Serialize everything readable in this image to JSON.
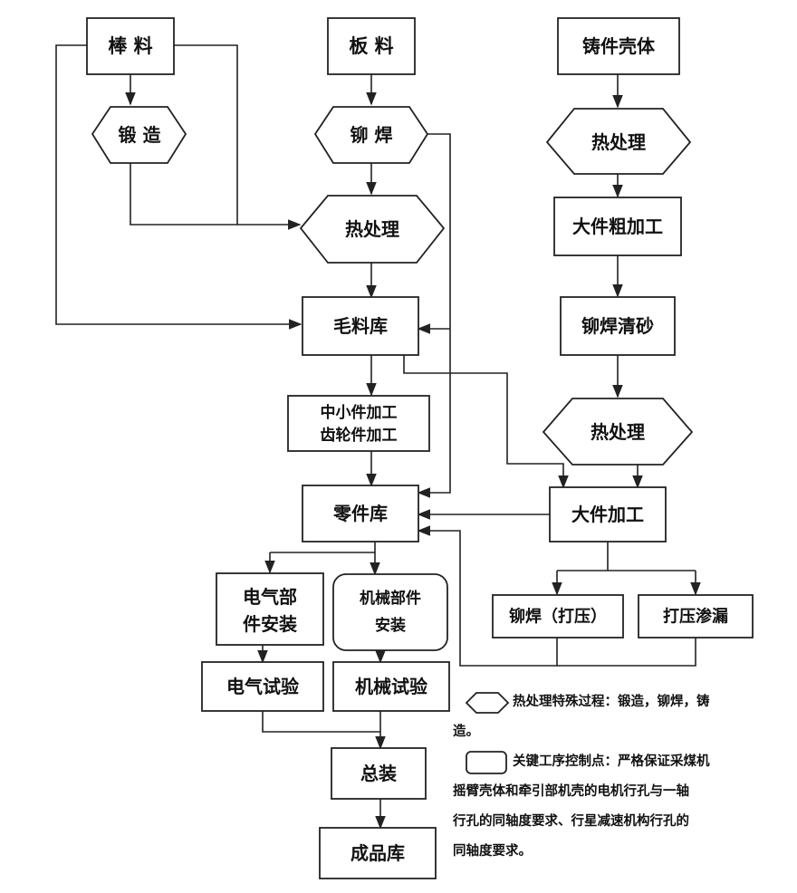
{
  "nodes": {
    "bar_stock": "棒 料",
    "plate_stock": "板 料",
    "casting_shell": "铸件壳体",
    "forging": "锻 造",
    "riveting_welding": "铆 焊",
    "heat_treat_1": "热处理",
    "heat_treat_2": "热处理",
    "heat_treat_3": "热处理",
    "large_rough": "大件粗加工",
    "rivet_weld_sand": "铆焊清砂",
    "raw_store": "毛料库",
    "small_machining_1": "中小件加工",
    "small_machining_2": "齿轮件加工",
    "parts_store": "零件库",
    "large_machining": "大件加工",
    "elec_assembly_1": "电气部",
    "elec_assembly_2": "件安装",
    "mech_assembly_1": "机械部件",
    "mech_assembly_2": "安装",
    "rivet_press": "铆焊（打压）",
    "press_leak": "打压渗漏",
    "elec_test": "电气试验",
    "mech_test": "机械试验",
    "final_assembly": "总装",
    "product_store": "成品库"
  },
  "legend": {
    "hex_text_1": "热处理特殊过程：锻造，铆焊，铸",
    "hex_text_2": "造。",
    "rect_text_1": "关键工序控制点：严格保证采煤机",
    "rect_text_2": "摇臂壳体和牵引部机壳的电机行孔与一轴",
    "rect_text_3": "行孔的同轴度要求、行星减速机构行孔的",
    "rect_text_4": "同轴度要求。"
  }
}
